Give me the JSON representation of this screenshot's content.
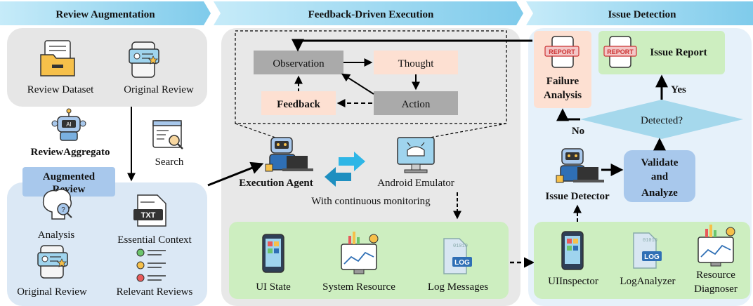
{
  "phases": {
    "review_augmentation": "Review Augmentation",
    "feedback_execution": "Feedback-Driven Execution",
    "issue_detection": "Issue Detection"
  },
  "review_section": {
    "review_dataset": "Review Dataset",
    "original_review_top": "Original Review",
    "aggregator": "ReviewAggregato",
    "search": "Search",
    "augmented_review_line1": "Augmented",
    "augmented_review_line2": "Review",
    "analysis": "Analysis",
    "essential_context": "Essential Context",
    "original_review_bottom": "Original Review",
    "relevant_reviews": "Relevant Reviews",
    "txt_badge": "TXT"
  },
  "execution_section": {
    "observation": "Observation",
    "thought": "Thought",
    "action": "Action",
    "feedback": "Feedback",
    "execution_agent": "Execution Agent",
    "android_emulator": "Android Emulator",
    "monitoring": "With continuous monitoring",
    "ui_state": "UI State",
    "system_resource": "System Resource",
    "log_messages": "Log Messages",
    "log_badge": "LOG"
  },
  "detection_section": {
    "failure_analysis_line1": "Failure",
    "failure_analysis_line2": "Analysis",
    "issue_report": "Issue Report",
    "report_badge": "REPORT",
    "yes": "Yes",
    "no": "No",
    "detected": "Detected?",
    "validate_line1": "Validate",
    "validate_line2": "and",
    "validate_line3": "Analyze",
    "issue_detector": "Issue Detector",
    "ui_inspector": "UIInspector",
    "log_analyzer": "LogAnalyzer",
    "resource_line1": "Resource",
    "resource_line2": "Diagnoser",
    "log_badge": "LOG"
  },
  "colors": {
    "phase_banner": "#8fd3f0",
    "left_top_panel": "#e6e6e6",
    "left_bottom_panel": "#dbe8f5",
    "middle_panel": "#e8e8e8",
    "right_panel": "#e6f1fa",
    "green_box": "#cdeec0",
    "gray_node": "#aaaaaa",
    "peach_node": "#fde0d2",
    "blue_node": "#a8c8ec",
    "diamond": "#a5d8ec"
  }
}
